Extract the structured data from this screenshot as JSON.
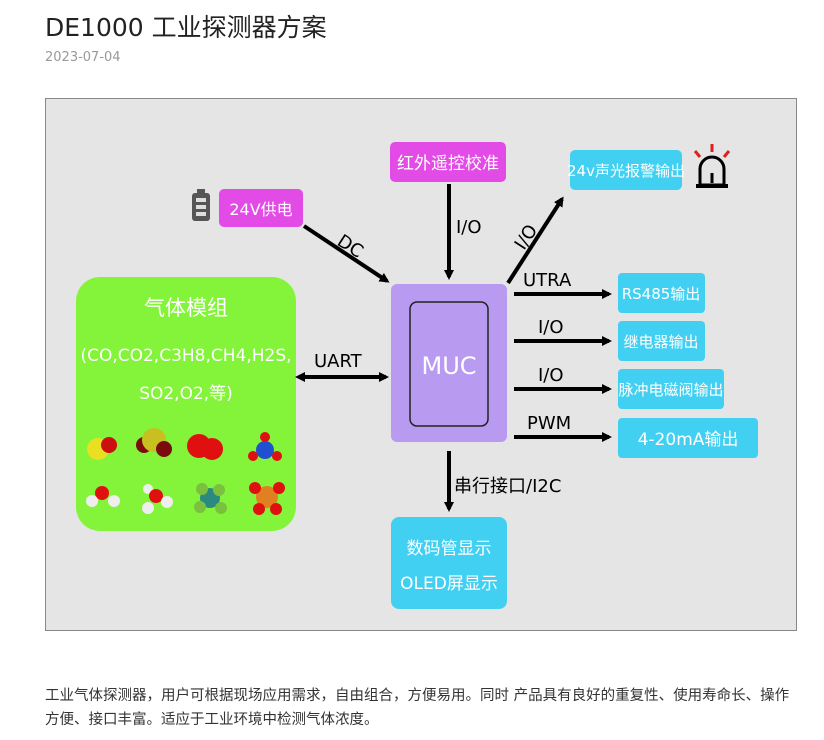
{
  "page": {
    "title": "DE1000 工业探测器方案",
    "date": "2023-07-04",
    "description": "工业气体探测器，用户可根据现场应用需求，自由组合，方便易用。同时 产品具有良好的重复性、使用寿命长、操作方便、接口丰富。适应于工业环境中检测气体浓度。"
  },
  "diagram": {
    "colors": {
      "magenta": "#e24be5",
      "cyan": "#42d0f2",
      "green": "#84f43a",
      "purple": "#b99af1",
      "alarm_red": "#e02020"
    },
    "icons": [
      "battery-icon",
      "alarm-light-icon",
      "molecule-icon"
    ],
    "power_label": "24V供电",
    "ir_label": "红外遥控校准",
    "alarm_label": "24v声光报警输出",
    "gas_module": {
      "title": "气体模组",
      "line1": "(CO,CO2,C3H8,CH4,H2S,",
      "line2": "SO2,O2,等)"
    },
    "mcu_label": "MUC",
    "display_line1": "数码管显示",
    "display_line2": "OLED屏显示",
    "outputs": [
      "RS485输出",
      "继电器输出",
      "脉冲电磁阀输出",
      "4-20mA输出"
    ],
    "arrow_labels": {
      "dc": "DC",
      "ir_io": "I/O",
      "alarm_io": "I/O",
      "utra": "UTRA",
      "relay_io": "I/O",
      "valve_io": "I/O",
      "pwm": "PWM",
      "uart": "UART",
      "serial": "串行接口/I2C"
    }
  }
}
